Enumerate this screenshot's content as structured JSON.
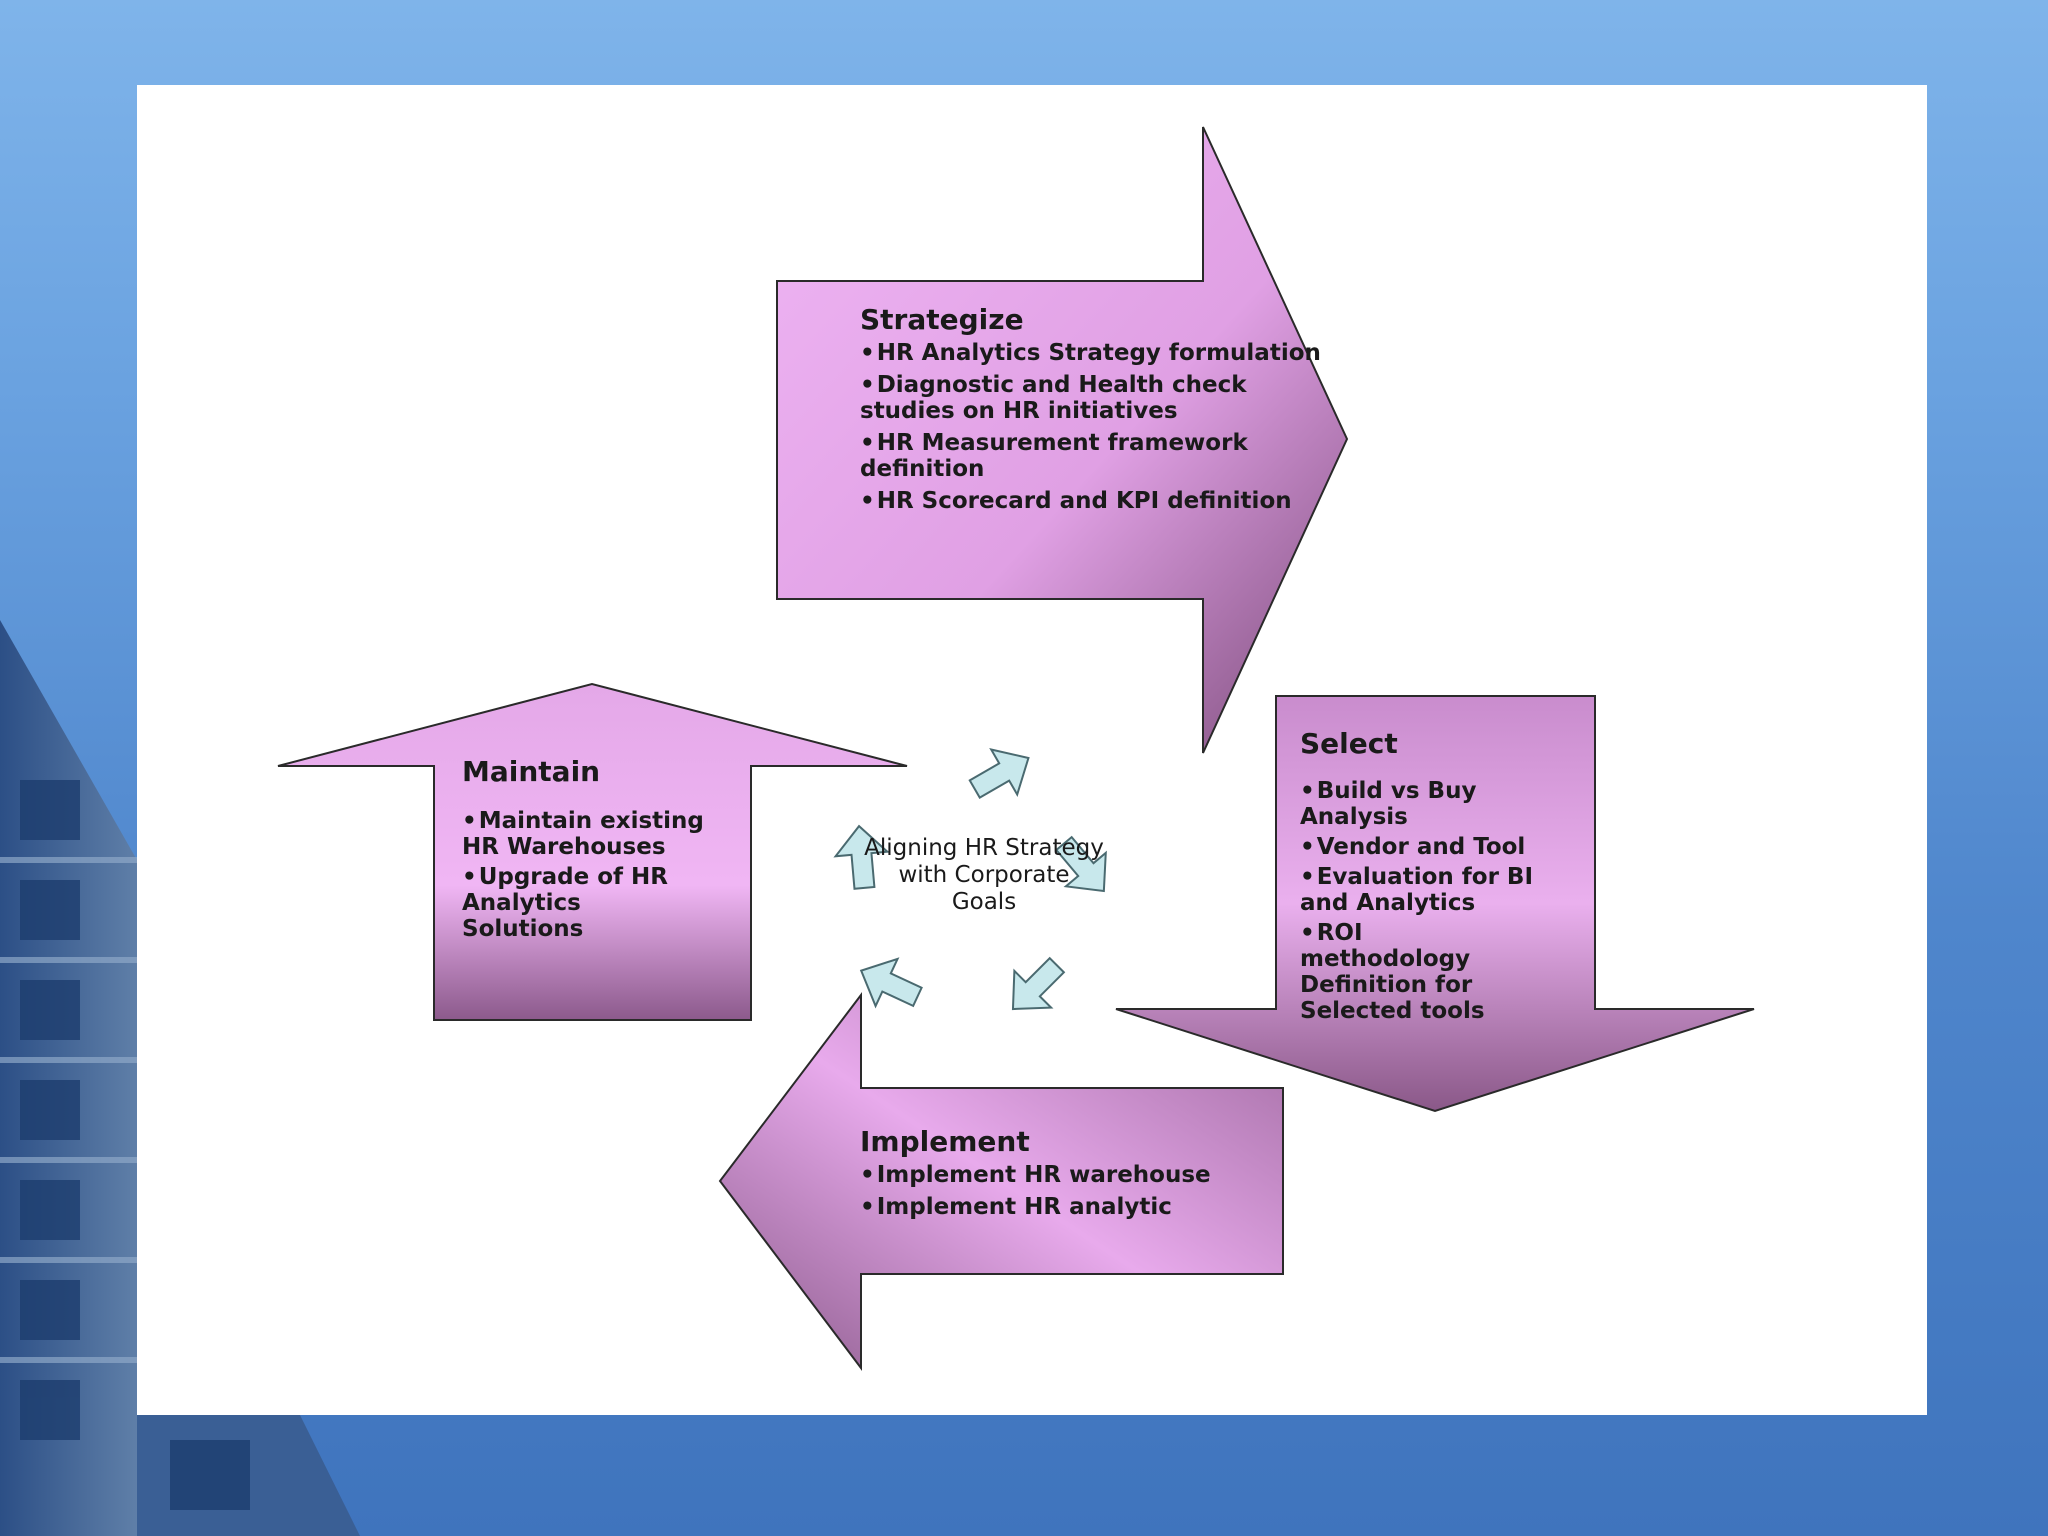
{
  "colors": {
    "background_sky": "#6aa2e0",
    "slide": "#ffffff",
    "arrow_fill_light": "#f0b6f5",
    "arrow_fill_dark": "#7a4a78",
    "cycle_arrow_fill": "#c8e8ec"
  },
  "diagram": {
    "center_label": "Aligning HR Strategy with Corporate Goals",
    "phases": [
      {
        "title": "Strategize",
        "bullets": [
          "HR Analytics Strategy formulation",
          "Diagnostic and Health check studies on HR initiatives",
          "HR Measurement framework definition",
          "HR Scorecard and KPI definition"
        ]
      },
      {
        "title": "Select",
        "bullets": [
          "Build vs Buy Analysis",
          "Vendor and Tool",
          "Evaluation for BI and Analytics",
          "ROI methodology Definition for Selected tools"
        ]
      },
      {
        "title": "Implement",
        "bullets": [
          "Implement HR warehouse",
          "Implement HR analytic"
        ]
      },
      {
        "title": "Maintain",
        "bullets": [
          "Maintain existing HR Warehouses",
          "Upgrade of HR Analytics Solutions"
        ]
      }
    ]
  }
}
